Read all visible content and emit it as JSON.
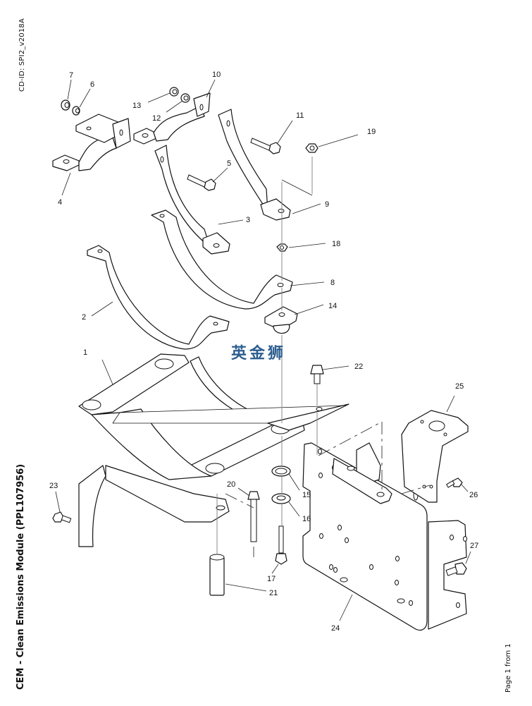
{
  "document": {
    "cd_id": "CD-ID: SPI2_v2018A",
    "title": "CEM - Clean Emissions Module (PPL107956)",
    "page_info": "Page 1 from 1",
    "watermark": "英金狮"
  },
  "diagram": {
    "type": "exploded parts diagram",
    "callouts": [
      {
        "id": "1",
        "label": "1"
      },
      {
        "id": "2",
        "label": "2"
      },
      {
        "id": "3",
        "label": "3"
      },
      {
        "id": "4",
        "label": "4"
      },
      {
        "id": "5",
        "label": "5"
      },
      {
        "id": "6",
        "label": "6"
      },
      {
        "id": "7",
        "label": "7"
      },
      {
        "id": "8",
        "label": "8"
      },
      {
        "id": "9",
        "label": "9"
      },
      {
        "id": "10",
        "label": "10"
      },
      {
        "id": "11",
        "label": "11"
      },
      {
        "id": "12",
        "label": "12"
      },
      {
        "id": "13",
        "label": "13"
      },
      {
        "id": "14",
        "label": "14"
      },
      {
        "id": "15",
        "label": "15"
      },
      {
        "id": "16",
        "label": "16"
      },
      {
        "id": "17",
        "label": "17"
      },
      {
        "id": "18",
        "label": "18"
      },
      {
        "id": "19",
        "label": "19"
      },
      {
        "id": "20",
        "label": "20"
      },
      {
        "id": "21",
        "label": "21"
      },
      {
        "id": "22",
        "label": "22"
      },
      {
        "id": "23",
        "label": "23"
      },
      {
        "id": "24",
        "label": "24"
      },
      {
        "id": "25",
        "label": "25"
      },
      {
        "id": "26",
        "label": "26"
      },
      {
        "id": "27",
        "label": "27"
      }
    ]
  }
}
